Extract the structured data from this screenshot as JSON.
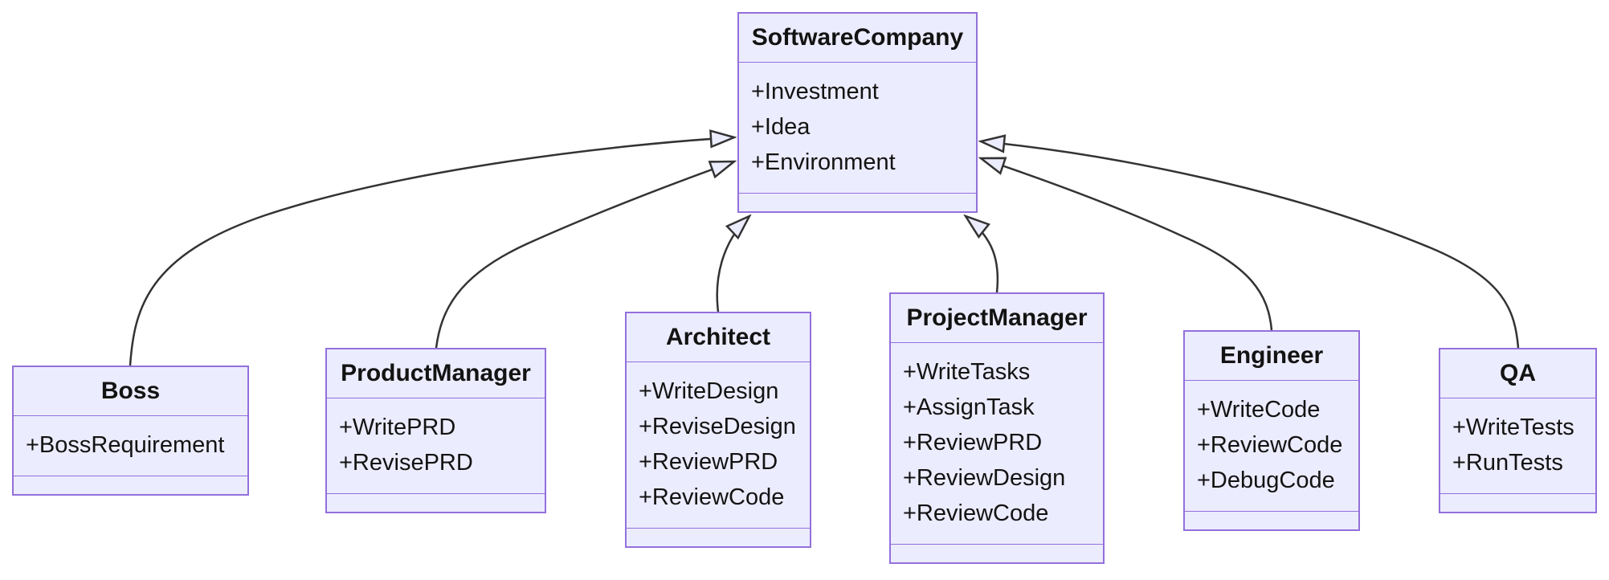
{
  "diagram": {
    "type": "uml-class-diagram",
    "background": "#ffffff",
    "colors": {
      "node_fill": "#ECECFF",
      "node_border": "#9370DB",
      "edge_line": "#333333",
      "arrowhead_fill": "#ECECFF",
      "text": "#131313"
    },
    "classes": [
      {
        "name": "SoftwareCompany",
        "members": [
          "+Investment",
          "+Idea",
          "+Environment"
        ]
      },
      {
        "name": "Boss",
        "members": [
          "+BossRequirement"
        ]
      },
      {
        "name": "ProductManager",
        "members": [
          "+WritePRD",
          "+RevisePRD"
        ]
      },
      {
        "name": "Architect",
        "members": [
          "+WriteDesign",
          "+ReviseDesign",
          "+ReviewPRD",
          "+ReviewCode"
        ]
      },
      {
        "name": "ProjectManager",
        "members": [
          "+WriteTasks",
          "+AssignTask",
          "+ReviewPRD",
          "+ReviewDesign",
          "+ReviewCode"
        ]
      },
      {
        "name": "Engineer",
        "members": [
          "+WriteCode",
          "+ReviewCode",
          "+DebugCode"
        ]
      },
      {
        "name": "QA",
        "members": [
          "+WriteTests",
          "+RunTests"
        ]
      }
    ],
    "edges": [
      {
        "from": "Boss",
        "to": "SoftwareCompany",
        "type": "inheritance"
      },
      {
        "from": "ProductManager",
        "to": "SoftwareCompany",
        "type": "inheritance"
      },
      {
        "from": "Architect",
        "to": "SoftwareCompany",
        "type": "inheritance"
      },
      {
        "from": "ProjectManager",
        "to": "SoftwareCompany",
        "type": "inheritance"
      },
      {
        "from": "Engineer",
        "to": "SoftwareCompany",
        "type": "inheritance"
      },
      {
        "from": "QA",
        "to": "SoftwareCompany",
        "type": "inheritance"
      }
    ]
  }
}
